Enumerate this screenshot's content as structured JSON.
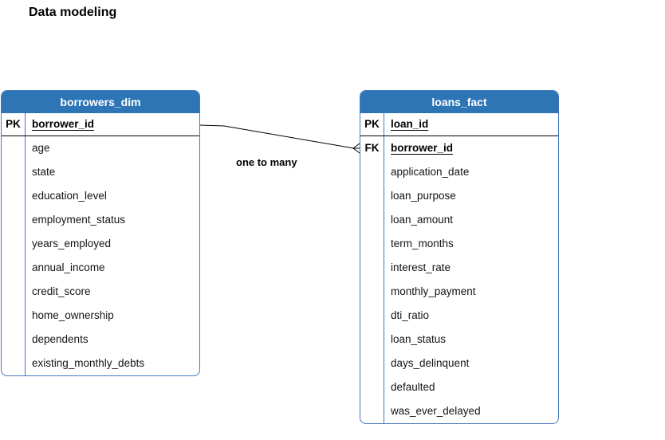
{
  "title": "Data modeling",
  "colors": {
    "header_bg": "#2e75b6",
    "table_border": "#4377bd",
    "divider": "#4377bd",
    "separator": "#000000",
    "connector": "#000000"
  },
  "relationship": {
    "label": "one to many",
    "from_table": "borrowers_dim",
    "from_field": "borrower_id",
    "to_table": "loans_fact",
    "to_field": "borrower_id"
  },
  "tables": {
    "borrowers_dim": {
      "name": "borrowers_dim",
      "key_rows": [
        {
          "key": "PK",
          "field": "borrower_id"
        }
      ],
      "fields": [
        "age",
        "state",
        "education_level",
        "employment_status",
        "years_employed",
        "annual_income",
        "credit_score",
        "home_ownership",
        "dependents",
        "existing_monthly_debts"
      ]
    },
    "loans_fact": {
      "name": "loans_fact",
      "key_rows": [
        {
          "key": "PK",
          "field": "loan_id"
        },
        {
          "key": "FK",
          "field": "borrower_id"
        }
      ],
      "fields": [
        "application_date",
        "loan_purpose",
        "loan_amount",
        "term_months",
        "interest_rate",
        "monthly_payment",
        "dti_ratio",
        "loan_status",
        "days_delinquent",
        "defaulted",
        "was_ever_delayed"
      ]
    }
  }
}
